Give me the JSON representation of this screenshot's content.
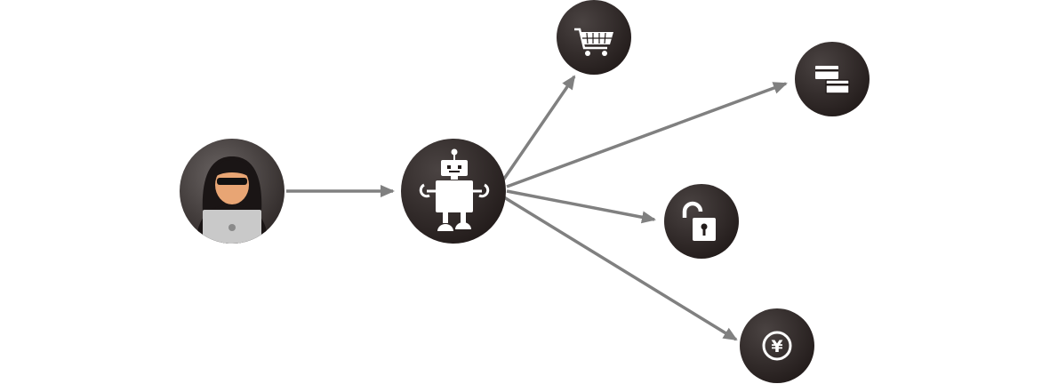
{
  "diagram": {
    "colors": {
      "background": "#ffffff",
      "node_dark": "#231c1b",
      "node_light": "#4a4342",
      "arrow": "#808080",
      "icon": "#ffffff",
      "hacker_skin": "#e8a574",
      "laptop": "#c9c9c9"
    },
    "nodes": [
      {
        "id": "hacker",
        "icon": "hacker-icon"
      },
      {
        "id": "bot",
        "icon": "robot-icon"
      },
      {
        "id": "shopping",
        "icon": "shopping-cart-icon"
      },
      {
        "id": "accounts",
        "icon": "cards-icon"
      },
      {
        "id": "unlock",
        "icon": "unlocked-padlock-icon"
      },
      {
        "id": "money",
        "icon": "yen-coin-icon"
      }
    ],
    "edges": [
      {
        "from": "hacker",
        "to": "bot"
      },
      {
        "from": "bot",
        "to": "shopping"
      },
      {
        "from": "bot",
        "to": "accounts"
      },
      {
        "from": "bot",
        "to": "unlock"
      },
      {
        "from": "bot",
        "to": "money"
      }
    ],
    "yen_symbol": "¥"
  }
}
